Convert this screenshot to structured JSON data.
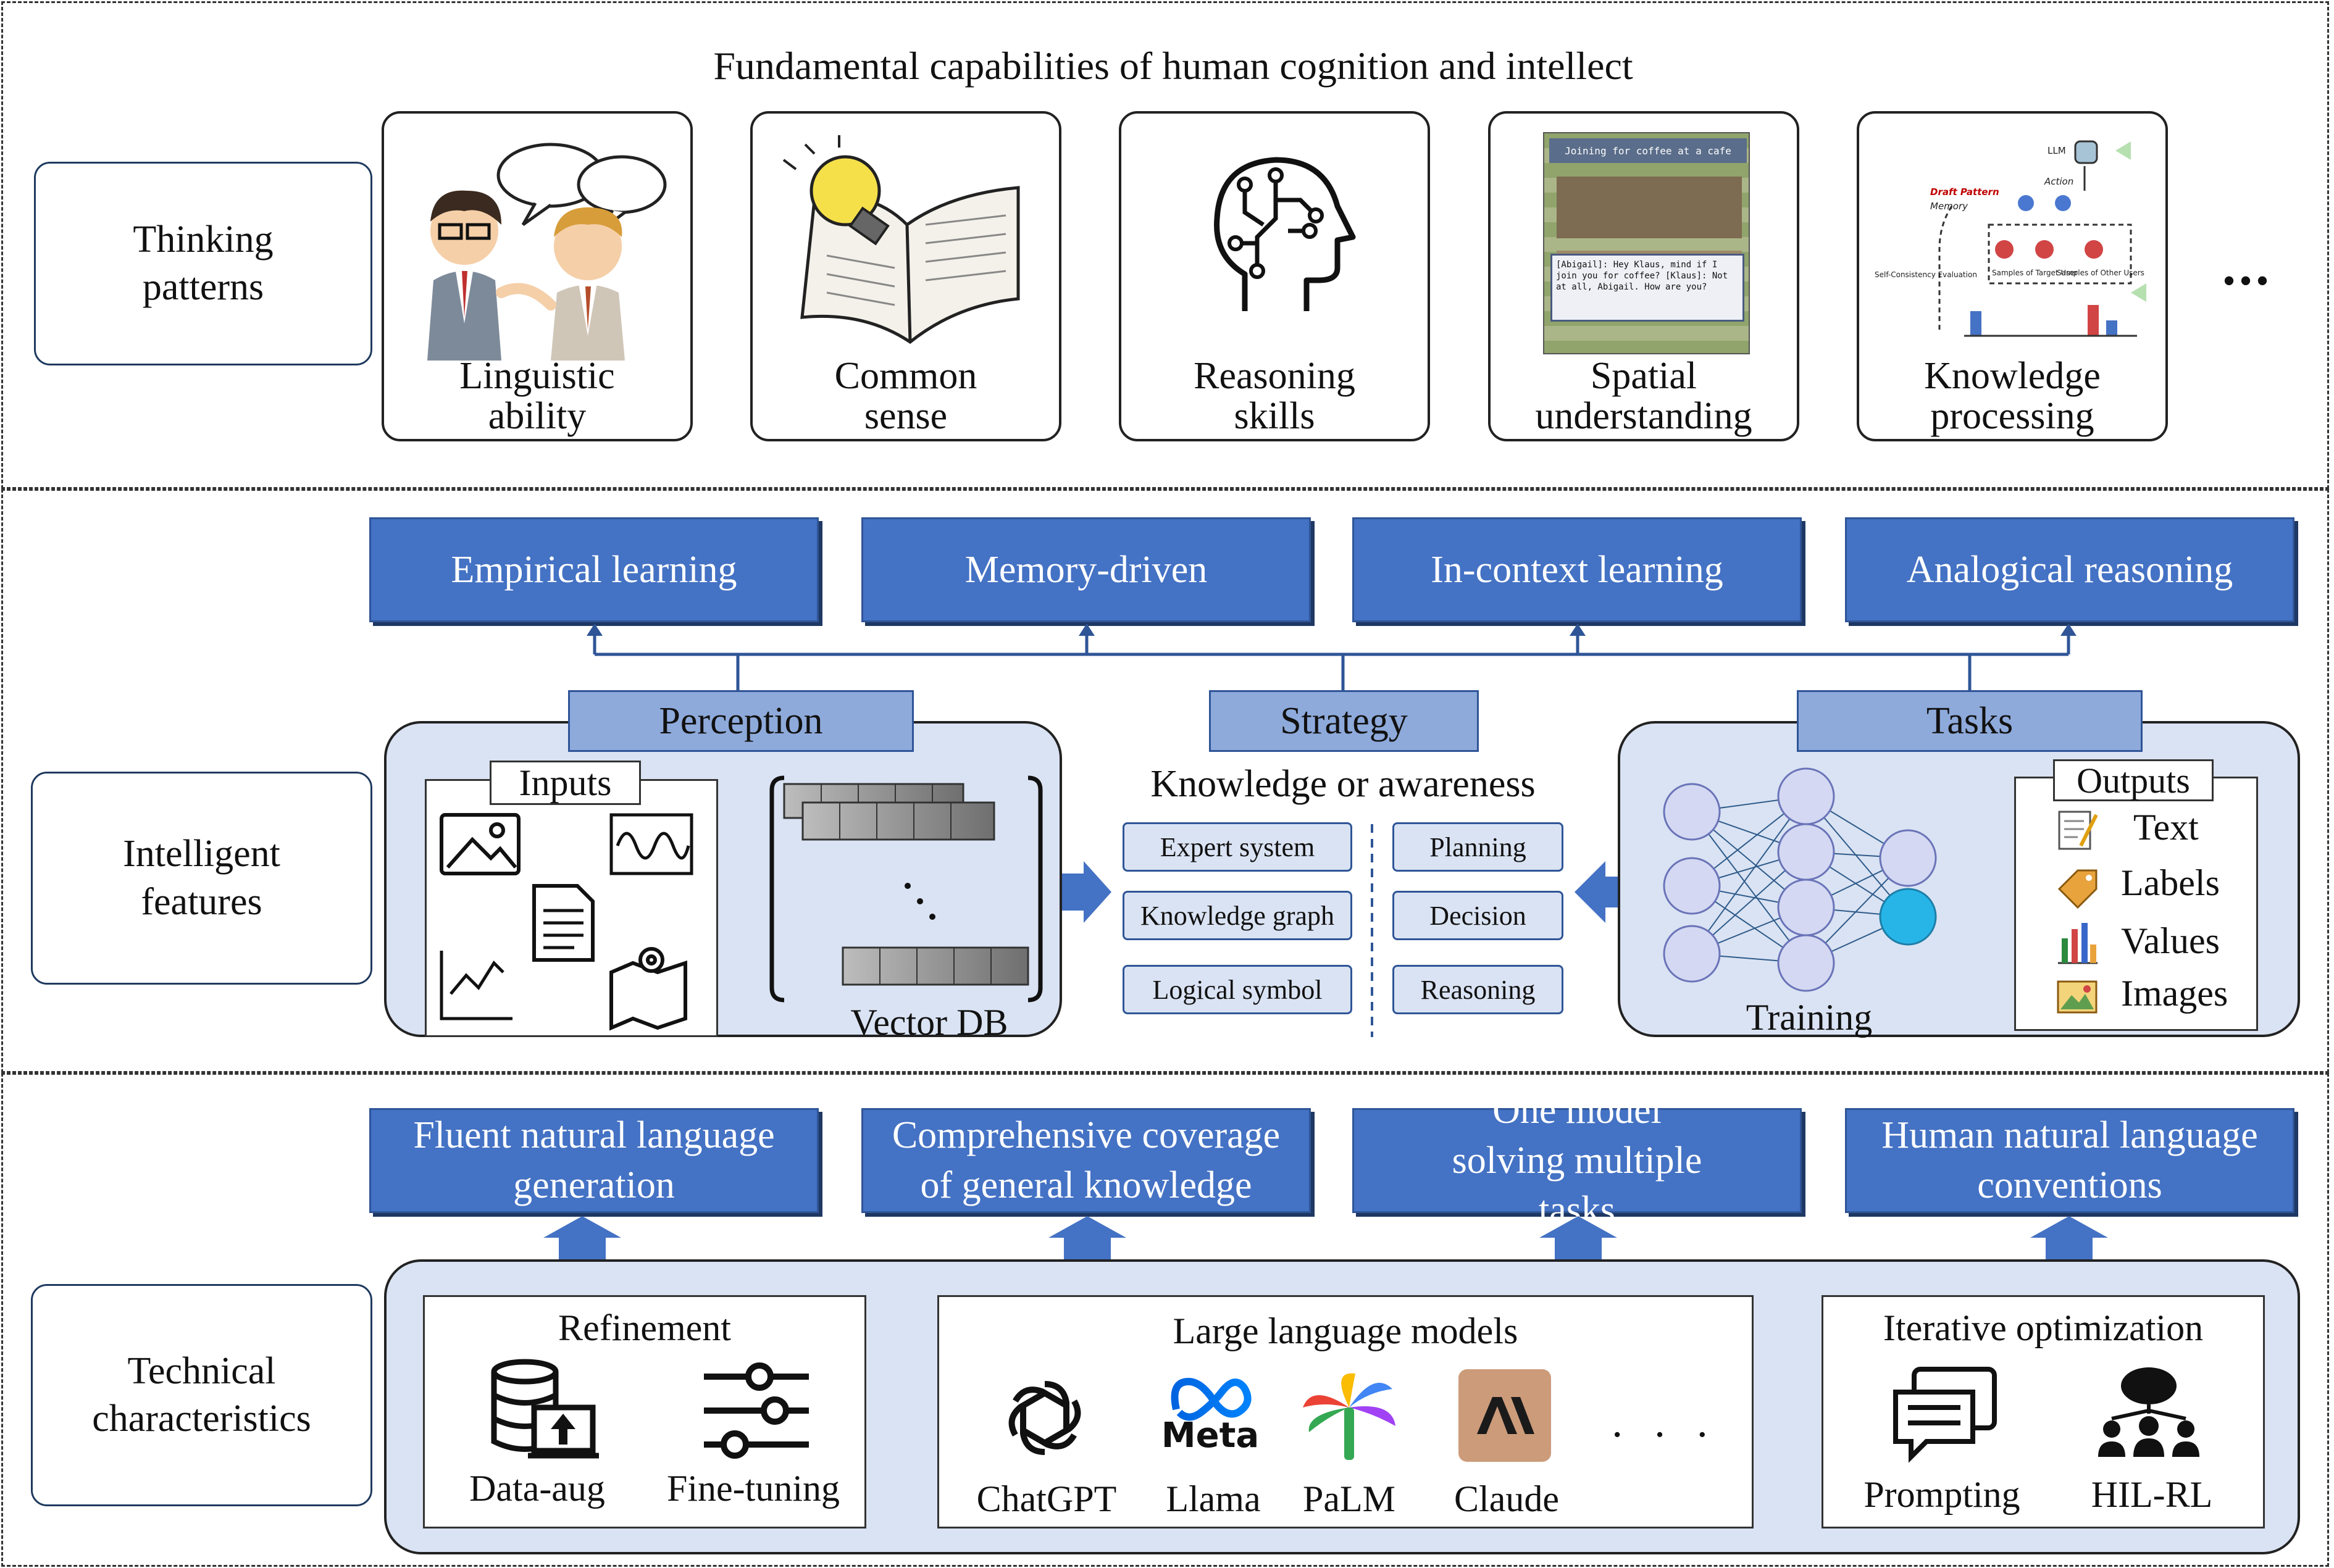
{
  "top": {
    "title": "Fundamental capabilities of human cognition and intellect",
    "section_label": "Thinking patterns",
    "cards": [
      {
        "caption": "Linguistic ability"
      },
      {
        "caption": "Common sense"
      },
      {
        "caption": "Reasoning skills"
      },
      {
        "caption": "Spatial understanding",
        "game_title": "Joining for coffee at a cafe",
        "game_dialog": "[Abigail]: Hey Klaus, mind if I join you for coffee? [Klaus]: Not at all, Abigail. How are you?"
      },
      {
        "caption": "Knowledge processing",
        "llm": "LLM",
        "action": "Action",
        "draft": "Draft Pattern",
        "memory": "Memory",
        "self": "Self-Consistency Evaluation",
        "target": "Samples of Target User",
        "other": "Samples of Other Users"
      }
    ],
    "ellipsis": "•••"
  },
  "middle": {
    "section_label": "Intelligent features",
    "top_boxes": [
      "Empirical learning",
      "Memory-driven",
      "In-context learning",
      "Analogical reasoning"
    ],
    "perception": {
      "tab": "Perception",
      "inputs": "Inputs",
      "vector": "Vector DB",
      "dots": "·  ·  ·"
    },
    "strategy": {
      "tab": "Strategy",
      "subtitle": "Knowledge or awareness",
      "left": [
        "Expert system",
        "Knowledge graph",
        "Logical symbol"
      ],
      "right": [
        "Planning",
        "Decision",
        "Reasoning"
      ]
    },
    "tasks": {
      "tab": "Tasks",
      "training": "Training",
      "outputs": "Outputs",
      "items": [
        "Text",
        "Labels",
        "Values",
        "Images"
      ]
    }
  },
  "bottom": {
    "section_label": "Technical characteristics",
    "top_boxes": [
      "Fluent natural language generation",
      "Comprehensive coverage of general knowledge",
      "One model solving multiple tasks",
      "Human natural language conventions"
    ],
    "refinement": {
      "title": "Refinement",
      "items": [
        "Data-aug",
        "Fine-tuning"
      ]
    },
    "llm": {
      "title": "Large language models",
      "items": [
        "ChatGPT",
        "Llama",
        "PaLM",
        "Claude"
      ],
      "meta": "Meta",
      "ellipsis": "· · ·"
    },
    "iterative": {
      "title": "Iterative optimization",
      "items": [
        "Prompting",
        "HIL-RL"
      ]
    }
  },
  "colors": {
    "accent": "#4472c4",
    "tab": "#8eaadb",
    "panel": "#dae3f3"
  }
}
